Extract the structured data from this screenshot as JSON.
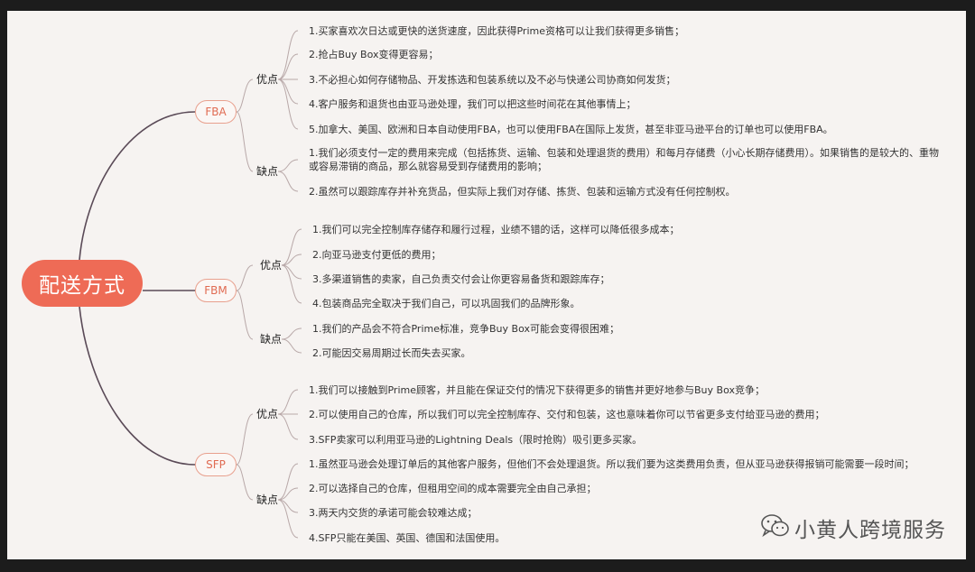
{
  "root": "配送方式",
  "branches": [
    {
      "name": "FBA",
      "pros_label": "优点",
      "pros": [
        "1.买家喜欢次日达或更快的送货速度，因此获得Prime资格可以让我们获得更多销售；",
        "2.抢占Buy Box变得更容易；",
        "3.不必担心如何存储物品、开发拣选和包装系统以及不必与快递公司协商如何发货；",
        "4.客户服务和退货也由亚马逊处理，我们可以把这些时间花在其他事情上；",
        "5.加拿大、美国、欧洲和日本自动使用FBA，也可以使用FBA在国际上发货，甚至非亚马逊平台的订单也可以使用FBA。"
      ],
      "cons_label": "缺点",
      "cons": [
        "1.我们必须支付一定的费用来完成（包括拣货、运输、包装和处理退货的费用）和每月存储费（小心长期存储费用）。如果销售的是较大的、重物或容易滞销的商品，那么就容易受到存储费用的影响；",
        "2.虽然可以跟踪库存并补充货品，但实际上我们对存储、拣货、包装和运输方式没有任何控制权。"
      ]
    },
    {
      "name": "FBM",
      "pros_label": "优点",
      "pros": [
        "1.我们可以完全控制库存储存和履行过程，业绩不错的话，这样可以降低很多成本；",
        "2.向亚马逊支付更低的费用；",
        "3.多渠道销售的卖家，自己负责交付会让你更容易备货和跟踪库存；",
        "4.包装商品完全取决于我们自己，可以巩固我们的品牌形象。"
      ],
      "cons_label": "缺点",
      "cons": [
        "1.我们的产品会不符合Prime标准，竞争Buy Box可能会变得很困难；",
        "2.可能因交易周期过长而失去买家。"
      ]
    },
    {
      "name": "SFP",
      "pros_label": "优点",
      "pros": [
        "1.我们可以接触到Prime顾客，并且能在保证交付的情况下获得更多的销售并更好地参与Buy Box竞争；",
        "2.可以使用自己的仓库，所以我们可以完全控制库存、交付和包装，这也意味着你可以节省更多支付给亚马逊的费用；",
        "3.SFP卖家可以利用亚马逊的Lightning Deals（限时抢购）吸引更多买家。"
      ],
      "cons_label": "缺点",
      "cons": [
        "1.虽然亚马逊会处理订单后的其他客户服务，但他们不会处理退货。所以我们要为这类费用负责，但从亚马逊获得报销可能需要一段时间；",
        "2.可以选择自己的仓库，但租用空间的成本需要完全由自己承担；",
        "3.两天内交货的承诺可能会较难达成；",
        "4.SFP只能在美国、英国、德国和法国使用。"
      ]
    }
  ],
  "watermark": {
    "text": "小黄人跨境服务",
    "icon": "wechat-icon"
  },
  "colors": {
    "root_fill": "#ee6b56",
    "branch_border": "#e8a08e",
    "branch_text": "#e06b52",
    "line": "#5a4a57",
    "background": "#f6f3f1"
  }
}
